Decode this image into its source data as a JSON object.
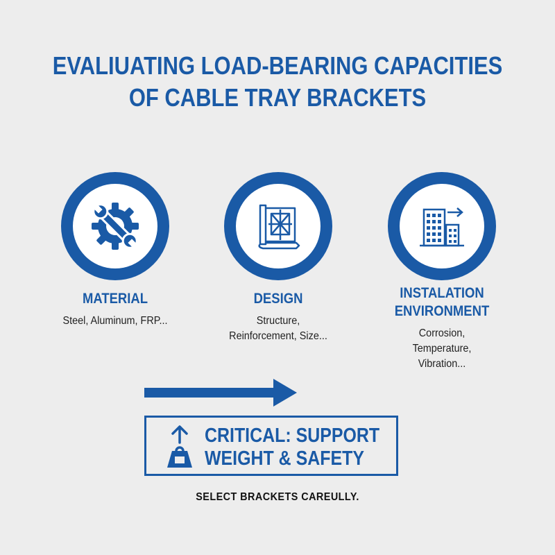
{
  "header": {
    "title_line1": "EVALIUATING LOAD-BEARING CAPACITIES",
    "title_line2": "OF CABLE TRAY BRACKETS"
  },
  "factors": [
    {
      "icon": "wrench-gear-icon",
      "title_lines": [
        "MATERIAL"
      ],
      "desc_lines": [
        "Steel, Aluminum, FRP..."
      ]
    },
    {
      "icon": "blueprint-icon",
      "title_lines": [
        "DESIGN"
      ],
      "desc_lines": [
        "Structure,",
        "Reinforcement, Size..."
      ]
    },
    {
      "icon": "buildings-arrow-icon",
      "title_lines": [
        "INSTALATION",
        "ENVIRONMENT"
      ],
      "desc_lines": [
        "Corrosion,",
        "Temperature,",
        "Vibration..."
      ]
    }
  ],
  "callout": {
    "icon": "weight-up-arrow-icon",
    "line1": "CRITICAL: SUPPORT",
    "line2": "WEIGHT & SAFETY"
  },
  "footer": {
    "text": "SELECT BRACKETS CAREULLY."
  },
  "colors": {
    "accent": "#1a5aa6",
    "background": "#ededed",
    "text": "#1f1f1f"
  }
}
